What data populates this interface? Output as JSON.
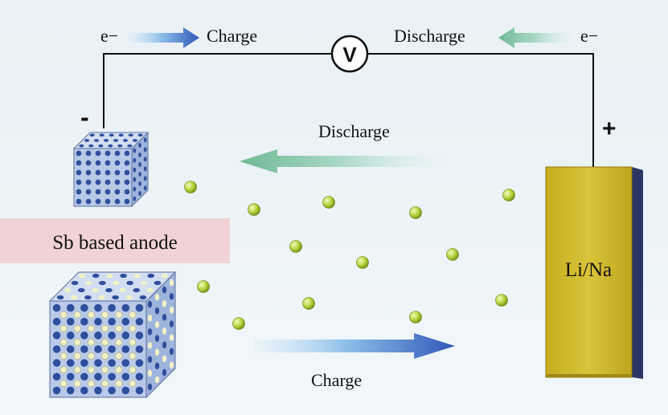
{
  "labels": {
    "electron_left": "e−",
    "charge_top": "Charge",
    "voltmeter": "V",
    "discharge_top": "Discharge",
    "electron_right": "e−",
    "minus_terminal": "-",
    "plus_terminal": "+",
    "discharge_mid": "Discharge",
    "anode": "Sb based anode",
    "electrode": "Li/Na",
    "charge_bottom": "Charge"
  },
  "colors": {
    "charge_arrow": "#3d6fc8",
    "discharge_arrow": "#7fc4a6",
    "ion": "#a8cc3a",
    "electrode": "#d7c22c",
    "electrode_edge": "#2a3566",
    "anode_band": "#f1d4d3",
    "cube_face": "#b9c9e8",
    "cube_dot": "#2f4f9c",
    "cube_dot_inserted": "#f1f1c6"
  },
  "icons": [
    "voltmeter-icon",
    "small-cube-icon",
    "large-cube-icon",
    "ion-icon"
  ]
}
